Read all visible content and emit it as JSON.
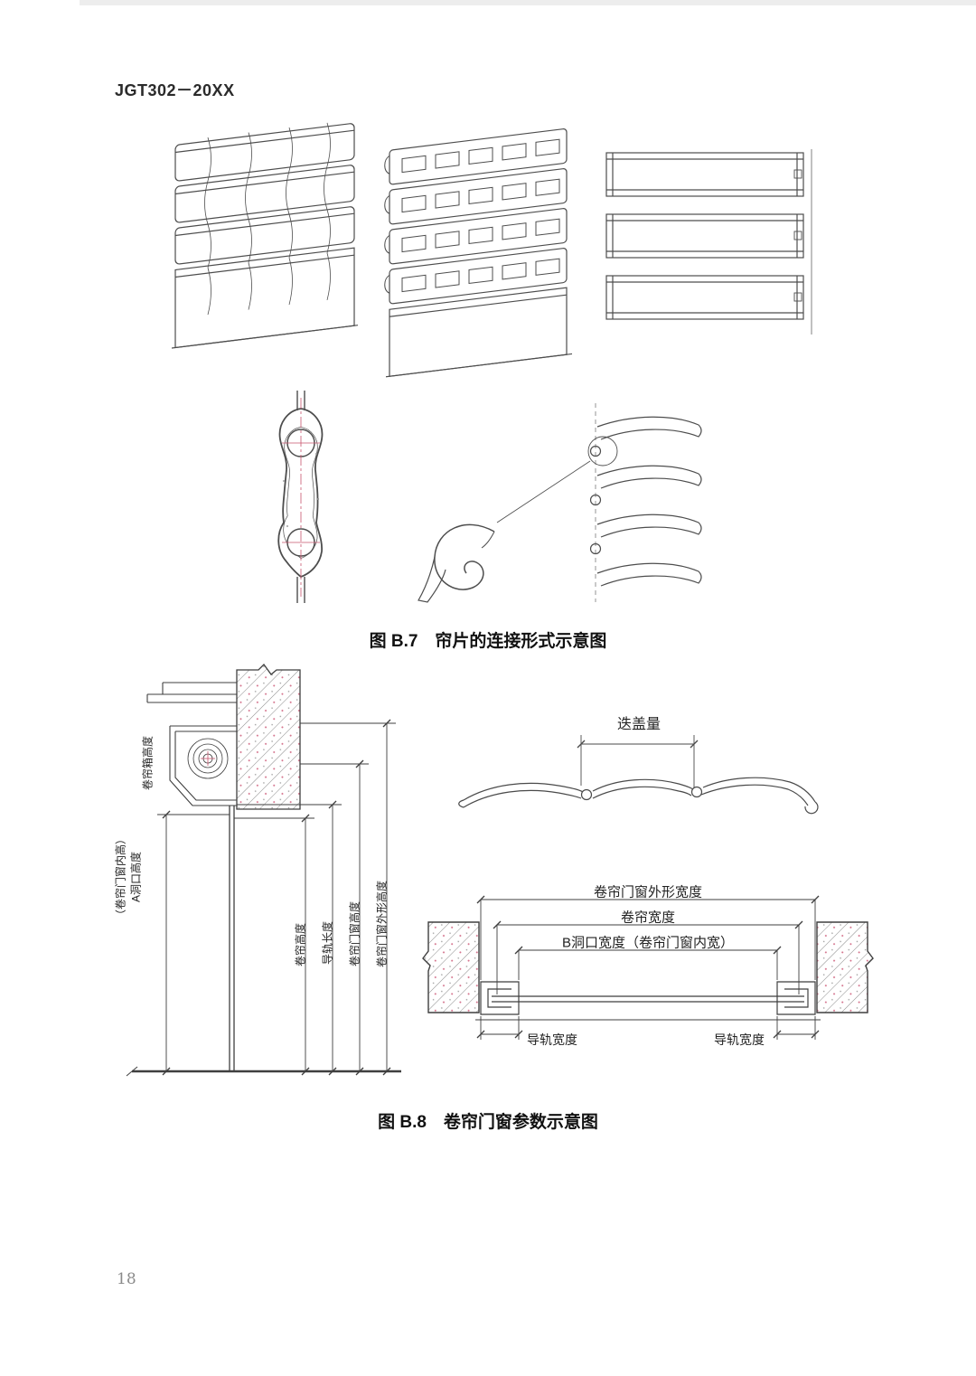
{
  "page": {
    "header": "JGT302－20XX",
    "page_number": "18"
  },
  "figure_b7": {
    "caption": "图 B.7　帘片的连接形式示意图"
  },
  "figure_b8": {
    "caption": "图 B.8　卷帘门窗参数示意图",
    "overlap_label": "迭盖量",
    "horizontal_dims": {
      "outer_width": "卷帘门窗外形宽度",
      "curtain_width": "卷帘宽度",
      "opening_width": "B洞口宽度（卷帘门窗内宽）",
      "rail_width_left": "导轨宽度",
      "rail_width_right": "导轨宽度"
    },
    "vertical_dims": {
      "box_height": "卷帘箱高度",
      "opening_height_a": "A洞口高度",
      "opening_height_b": "（卷帘门窗内高）",
      "curtain_height": "卷帘高度",
      "rail_length": "导轨长度",
      "door_height": "卷帘门窗高度",
      "outer_height": "卷帘门窗外形高度"
    }
  }
}
